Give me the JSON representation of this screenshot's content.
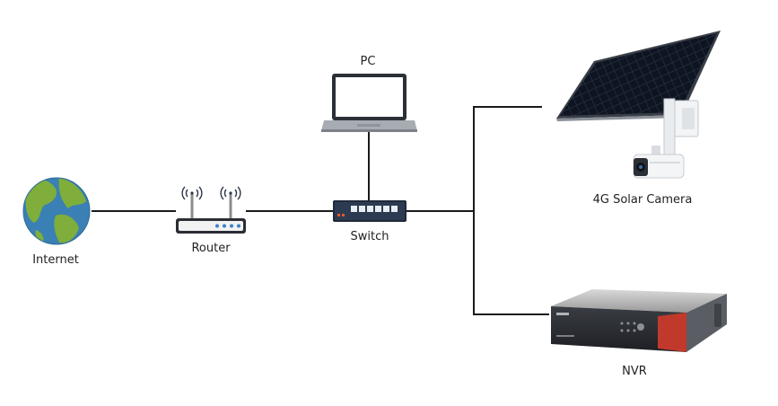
{
  "nodes": {
    "internet": {
      "label": "Internet",
      "icon": "globe-icon"
    },
    "router": {
      "label": "Router",
      "icon": "wifi-router-icon"
    },
    "switch": {
      "label": "Switch",
      "icon": "network-switch-icon"
    },
    "pc": {
      "label": "PC",
      "icon": "laptop-icon"
    },
    "camera": {
      "label": "4G Solar Camera",
      "icon": "solar-camera-icon"
    },
    "nvr": {
      "label": "NVR",
      "icon": "nvr-recorder-icon"
    }
  },
  "colors": {
    "line": "#1a1a1a",
    "ocean": "#3a80b4",
    "land": "#7fae3a",
    "panel": "#1c2433",
    "device_dark": "#2a2d33",
    "nvr_red": "#c0392b"
  }
}
